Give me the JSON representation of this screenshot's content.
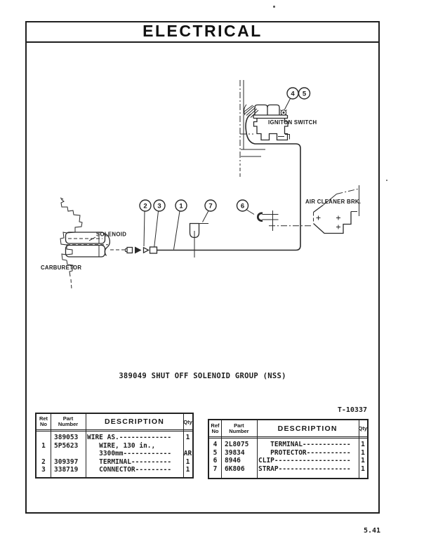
{
  "page": {
    "title": "ELECTRICAL",
    "caption": "389049 SHUT OFF SOLENOID GROUP (NSS)",
    "figure_ref": "T-10337",
    "page_number": "5.41"
  },
  "diagram": {
    "labels": {
      "ignition_switch": "IGNITON SWITCH",
      "air_cleaner_bracket": "AIR CLEANER BRK.",
      "solenoid": "SOLENOID",
      "carburetor": "CARBURETOR"
    },
    "callouts": {
      "c1": "1",
      "c2": "2",
      "c3": "3",
      "c4": "4",
      "c5": "5",
      "c6": "6",
      "c7": "7"
    }
  },
  "parts_tables": {
    "left": {
      "headers": {
        "ref_line1": "Ret",
        "ref_line2": "No",
        "part_line1": "Part",
        "part_line2": "Number",
        "description": "DESCRIPTION",
        "qty": "Qty"
      },
      "rows": [
        {
          "ref": "",
          "part": "389053",
          "desc": "WIRE AS.-------------",
          "qty": "1"
        },
        {
          "ref": "1",
          "part": "5P5623",
          "desc": "   WIRE, 130 in.,",
          "qty": ""
        },
        {
          "ref": "",
          "part": "",
          "desc": "   3300mm------------",
          "qty": "AR"
        },
        {
          "ref": "2",
          "part": "309397",
          "desc": "   TERMINAL----------",
          "qty": "1"
        },
        {
          "ref": "3",
          "part": "338719",
          "desc": "   CONNECTOR---------",
          "qty": "1"
        }
      ]
    },
    "right": {
      "headers": {
        "ref_line1": "Ref",
        "ref_line2": "No",
        "part_line1": "Part",
        "part_line2": "Number",
        "description": "DESCRIPTION",
        "qty": "Qty"
      },
      "rows": [
        {
          "ref": "4",
          "part": "2L8075",
          "desc": "   TERMINAL------------",
          "qty": "1"
        },
        {
          "ref": "5",
          "part": "39834",
          "desc": "   PROTECTOR-----------",
          "qty": "1"
        },
        {
          "ref": "6",
          "part": "8946",
          "desc": "CLIP-------------------",
          "qty": "1"
        },
        {
          "ref": "7",
          "part": "6K806",
          "desc": "STRAP------------------",
          "qty": "1"
        }
      ]
    }
  }
}
